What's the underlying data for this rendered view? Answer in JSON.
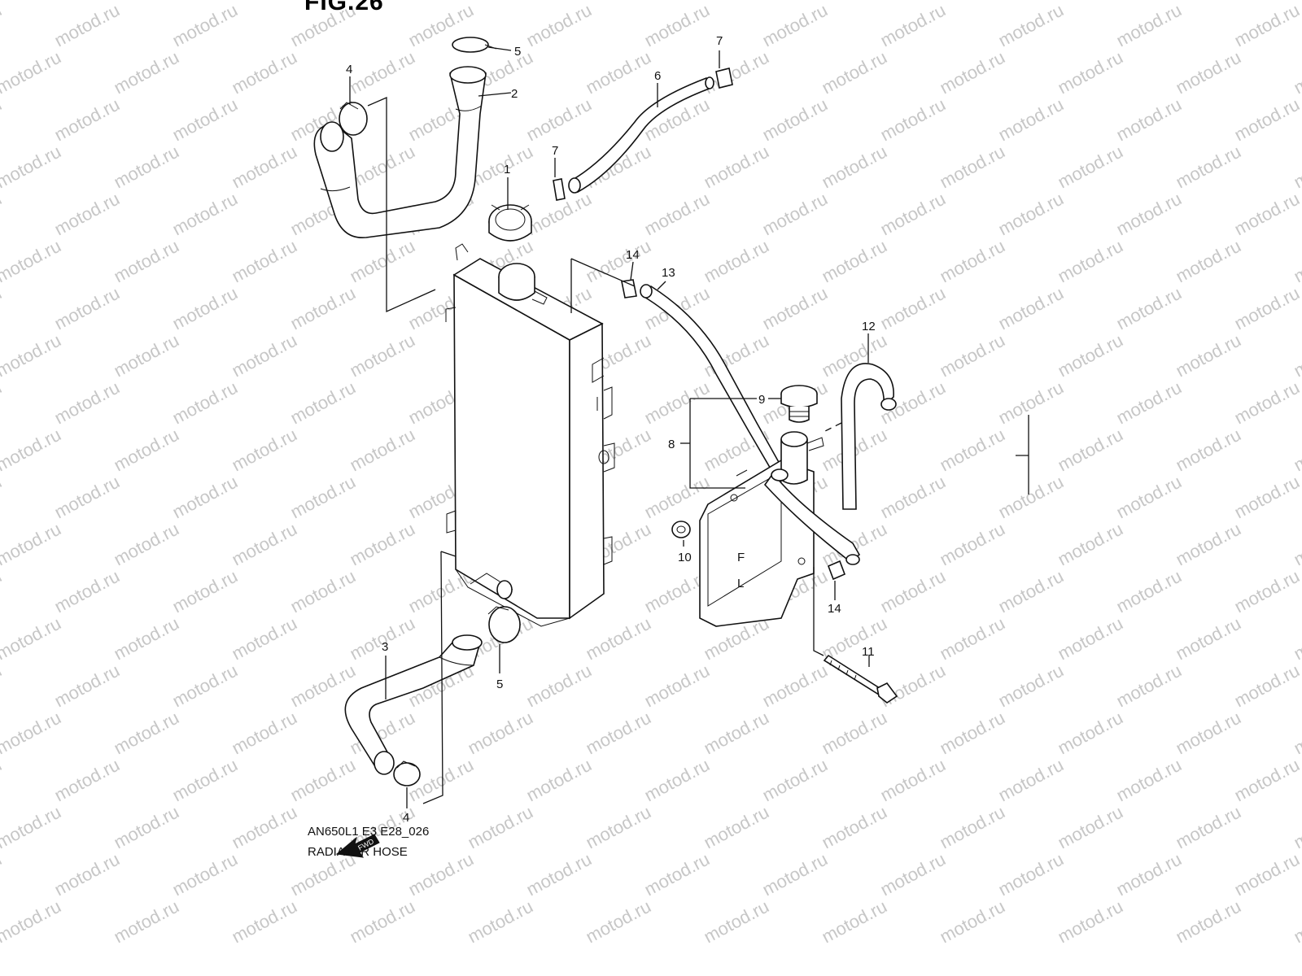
{
  "watermark_text": "motod.ru",
  "figure_title": "FIG.26",
  "caption": {
    "model_code": "AN650L1 E3 E28_026",
    "section_title": "RADIATOR HOSE"
  },
  "fwd_arrow_text": "FWD",
  "panel_letters": [
    "F",
    "L"
  ],
  "part_labels": [
    "1",
    "2",
    "3",
    "4",
    "4",
    "5",
    "5",
    "6",
    "7",
    "7",
    "8",
    "9",
    "10",
    "11",
    "12",
    "13",
    "14",
    "14"
  ],
  "colors": {
    "line": "#111111",
    "watermark": "#c7c7c7",
    "background": "#ffffff"
  }
}
